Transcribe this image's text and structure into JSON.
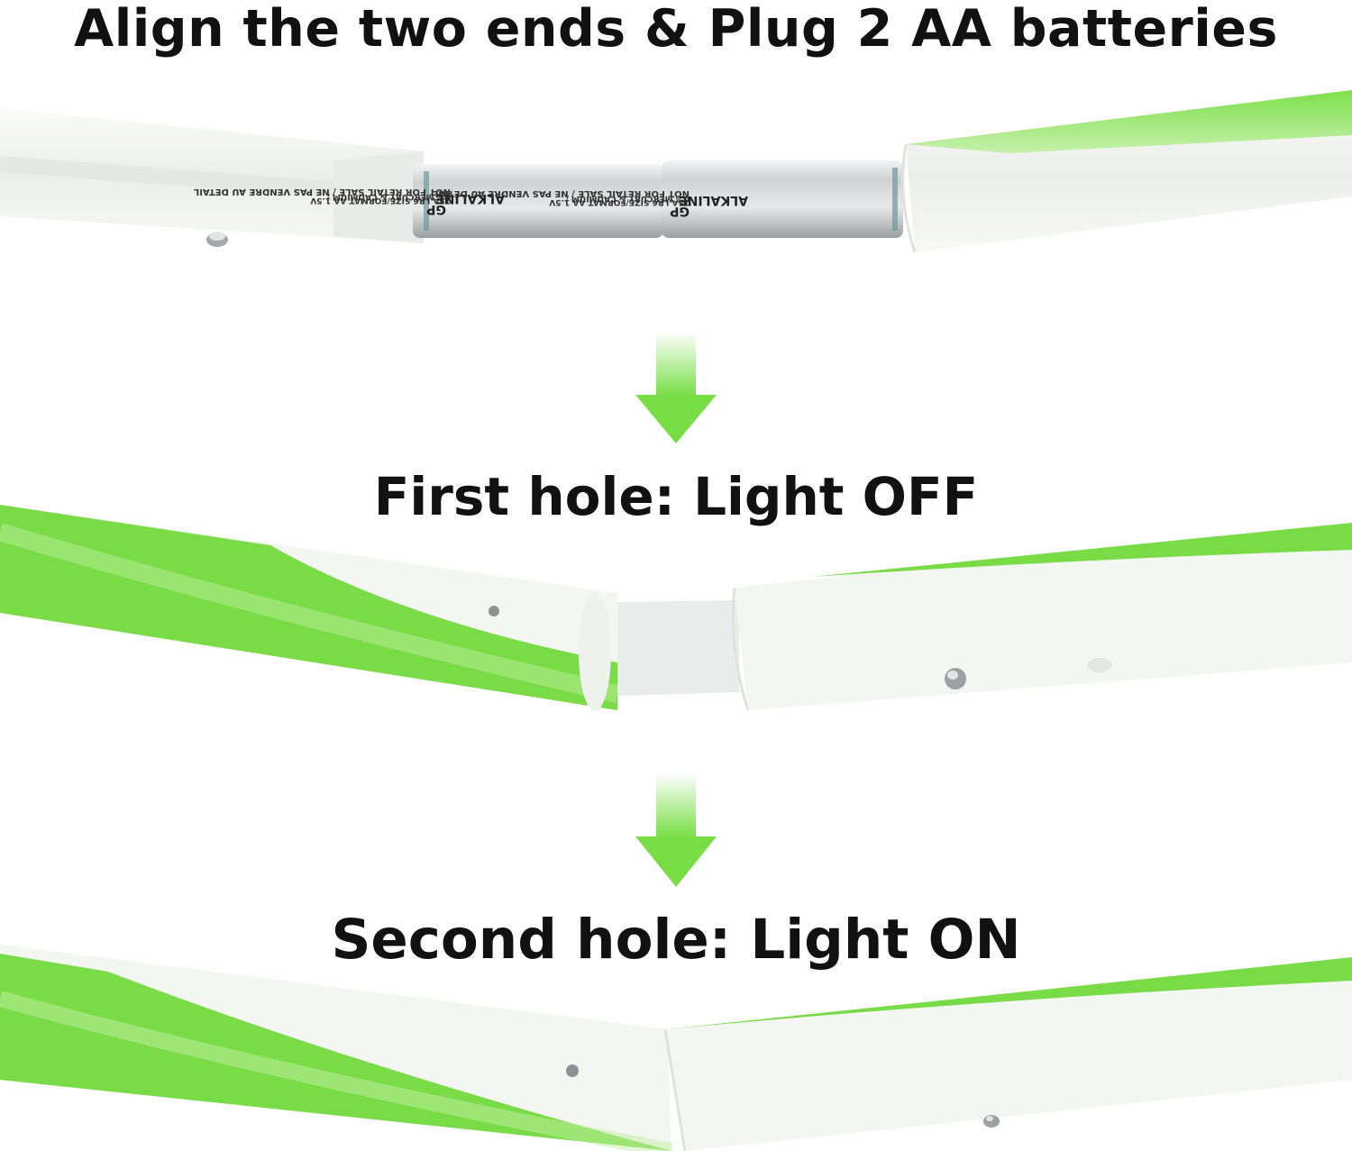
{
  "steps": [
    {
      "title": "Align the two ends & Plug 2 AA batteries"
    },
    {
      "title": "First hole: Light OFF"
    },
    {
      "title": "Second hole: Light ON"
    }
  ],
  "battery": {
    "brand": "GP",
    "type": "ALKALINE",
    "retail_note": "NOT FOR RETAIL SALE / NE PAS VENDRE AU DETAIL",
    "size_note": "15A LR6 SIZE/FORMAT AA 1.5V",
    "mercury_note": "0% MERCURY & CADMIUM /"
  },
  "colors": {
    "accent_green": "#77dd44",
    "tube_white": "#f4f6f2",
    "battery_silver": "#c9cbcd"
  },
  "icons": {
    "arrow": "arrow-down-icon"
  }
}
